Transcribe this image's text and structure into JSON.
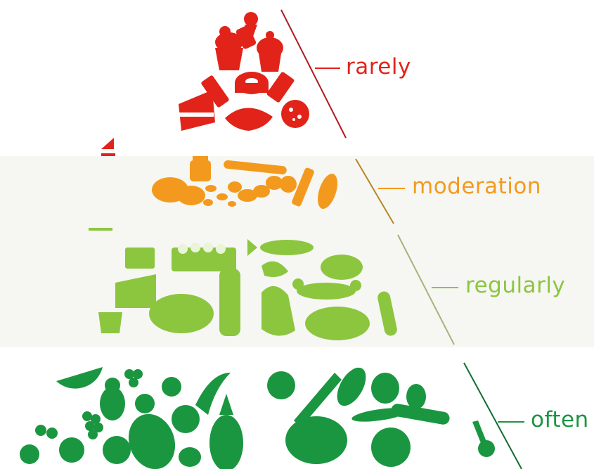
{
  "pyramid": {
    "tiers": [
      {
        "id": "rarely",
        "label": "rarely",
        "color": "#e2231a"
      },
      {
        "id": "moderation",
        "label": "moderation",
        "color": "#f39a1e"
      },
      {
        "id": "regularly",
        "label": "regularly",
        "color": "#8cc63f"
      },
      {
        "id": "often",
        "label": "often",
        "color": "#1a9641"
      }
    ],
    "tier_foods": {
      "rarely": [
        "cupcake-icon",
        "ice-cream-cone-icon",
        "muffin-icon",
        "candy-icon",
        "donut-icon",
        "chocolate-bar-icon",
        "cake-slice-icon",
        "croissant-icon",
        "cookie-icon"
      ],
      "moderation": [
        "jar-icon",
        "baguette-icon",
        "bread-loaf-icon",
        "pasta-icon",
        "potato-icon",
        "grain-bottle-icon"
      ],
      "regularly": [
        "butter-icon",
        "egg-carton-icon",
        "fish-icon",
        "salmon-steak-icon",
        "shrimp-icon",
        "lobster-icon",
        "cheese-wedge-icon",
        "cheese-wheel-icon",
        "milk-bottle-icon",
        "meat-cut-icon",
        "chicken-icon",
        "yogurt-cup-icon",
        "sausage-icon"
      ],
      "often": [
        "watermelon-icon",
        "pear-icon",
        "grapes-icon",
        "cherries-icon",
        "papaya-icon",
        "pineapple-icon",
        "orange-icon",
        "apple-icon",
        "tomato-icon",
        "carrot-icon",
        "eggplant-icon",
        "pepper-icon",
        "garlic-icon",
        "pumpkin-icon",
        "cabbage-icon",
        "cucumber-icon",
        "pea-pod-icon",
        "radish-icon"
      ]
    }
  }
}
